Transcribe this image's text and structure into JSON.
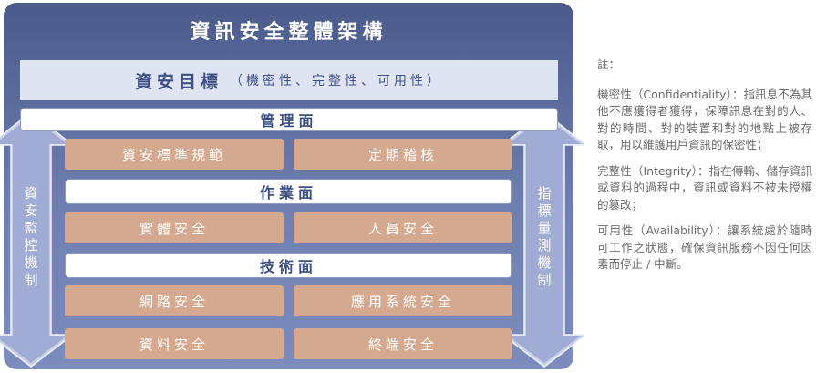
{
  "title": "資訊安全整體架構",
  "goal": {
    "main": "資安目標",
    "sub": "（機密性、完整性、可用性）"
  },
  "layers": {
    "management": "管理面",
    "operation": "作業面",
    "technical": "技術面"
  },
  "boxes": {
    "standards": "資安標準規範",
    "audit": "定期稽核",
    "physical": "實體安全",
    "personnel": "人員安全",
    "network": "網路安全",
    "application": "應用系統安全",
    "data": "資料安全",
    "endpoint": "終端安全"
  },
  "side_labels": {
    "left": "資安監控機制",
    "right": "指標量測機制"
  },
  "notes": {
    "header": "註：",
    "confidentiality": "機密性（Confidentiality）：指訊息不為其他不應獲得者獲得，保障訊息在對的人、對的時間、對的裝置和對的地點上被存取，用以維護用戶資訊的保密性；",
    "integrity": "完整性（Integrity）：指在傳輸、儲存資訊或資料的過程中，資訊或資料不被未授權的篡改；",
    "availability": "可用性（Availability）：讓系統處於隨時可工作之狀態，確保資訊服務不因任何因素而停止 / 中斷。"
  },
  "colors": {
    "frame": "#5a6a9c",
    "box": "#d4a98f",
    "arrow": "#dfe4f3",
    "text_dark": "#3c4d82"
  }
}
